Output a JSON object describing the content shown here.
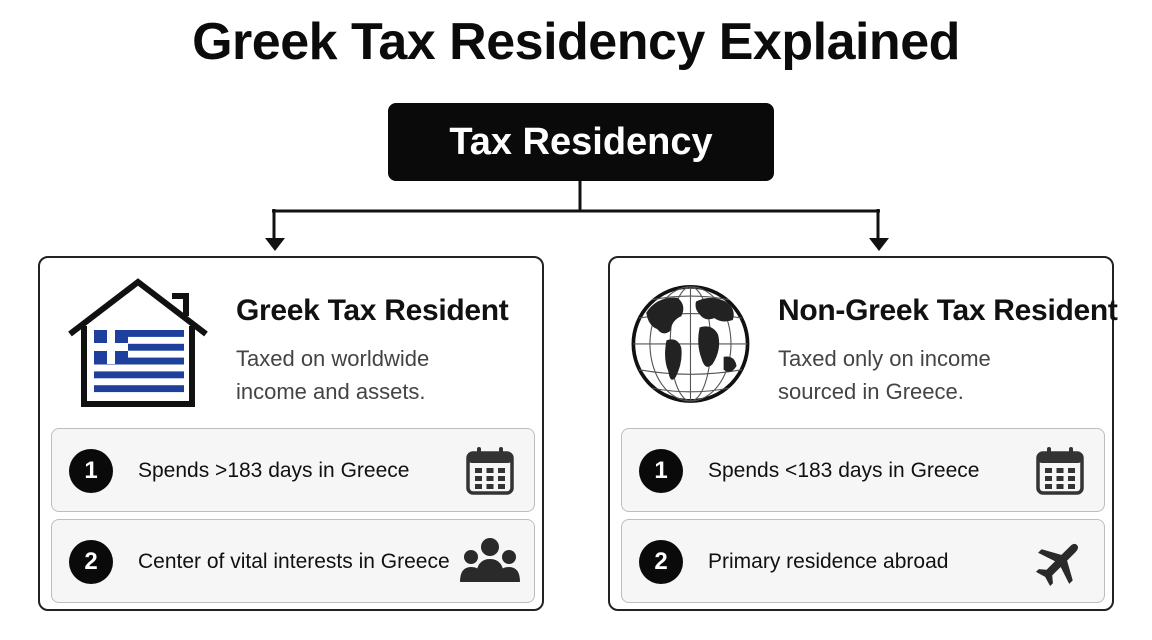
{
  "title": "Greek Tax Residency Explained",
  "root": {
    "label": "Tax Residency"
  },
  "branches": [
    {
      "title": "Greek Tax Resident",
      "description": "Taxed on worldwide income and assets.",
      "icon": "house-with-greek-flag-icon",
      "criteria": [
        {
          "number": "1",
          "text": "Spends >183 days in Greece",
          "icon": "calendar-icon"
        },
        {
          "number": "2",
          "text": "Center of vital interests in Greece",
          "icon": "people-group-icon"
        }
      ]
    },
    {
      "title": "Non-Greek Tax Resident",
      "description": "Taxed only on income sourced in Greece.",
      "icon": "globe-icon",
      "criteria": [
        {
          "number": "1",
          "text": "Spends <183 days in Greece",
          "icon": "calendar-icon"
        },
        {
          "number": "2",
          "text": "Primary residence abroad",
          "icon": "airplane-icon"
        }
      ]
    }
  ],
  "colors": {
    "primary": "#0a0a0a",
    "greek_blue": "#1f3f9c",
    "criteria_bg": "#f6f6f6"
  }
}
